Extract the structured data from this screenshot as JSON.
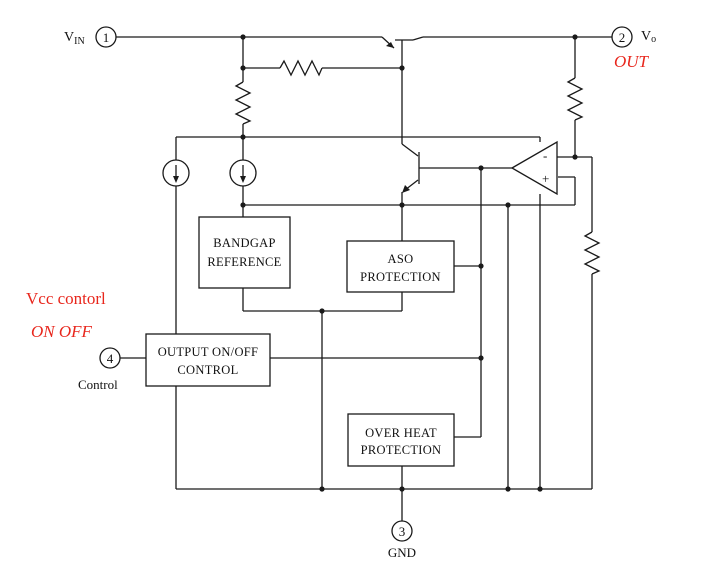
{
  "pins": {
    "vin": {
      "number": "1",
      "label_main": "V",
      "label_sub": "IN"
    },
    "vo": {
      "number": "2",
      "label_main": "V",
      "label_sub": "o"
    },
    "control": {
      "number": "4",
      "label": "Control"
    },
    "gnd": {
      "number": "3",
      "label": "GND"
    }
  },
  "blocks": {
    "bandgap": {
      "line1": "BANDGAP",
      "line2": "REFERENCE"
    },
    "aso": {
      "line1": "ASO",
      "line2": "PROTECTION"
    },
    "output_control": {
      "line1": "OUTPUT ON/OFF",
      "line2": "CONTROL"
    },
    "over_heat": {
      "line1": "OVER HEAT",
      "line2": "PROTECTION"
    }
  },
  "opamp": {
    "minus": "-",
    "plus": "+"
  },
  "annotations": {
    "out": "OUT",
    "vcc_control": "Vcc contorl",
    "on_off": "ON OFF"
  },
  "colors": {
    "annotation": "#e8261c",
    "line": "#1a1a1a"
  }
}
